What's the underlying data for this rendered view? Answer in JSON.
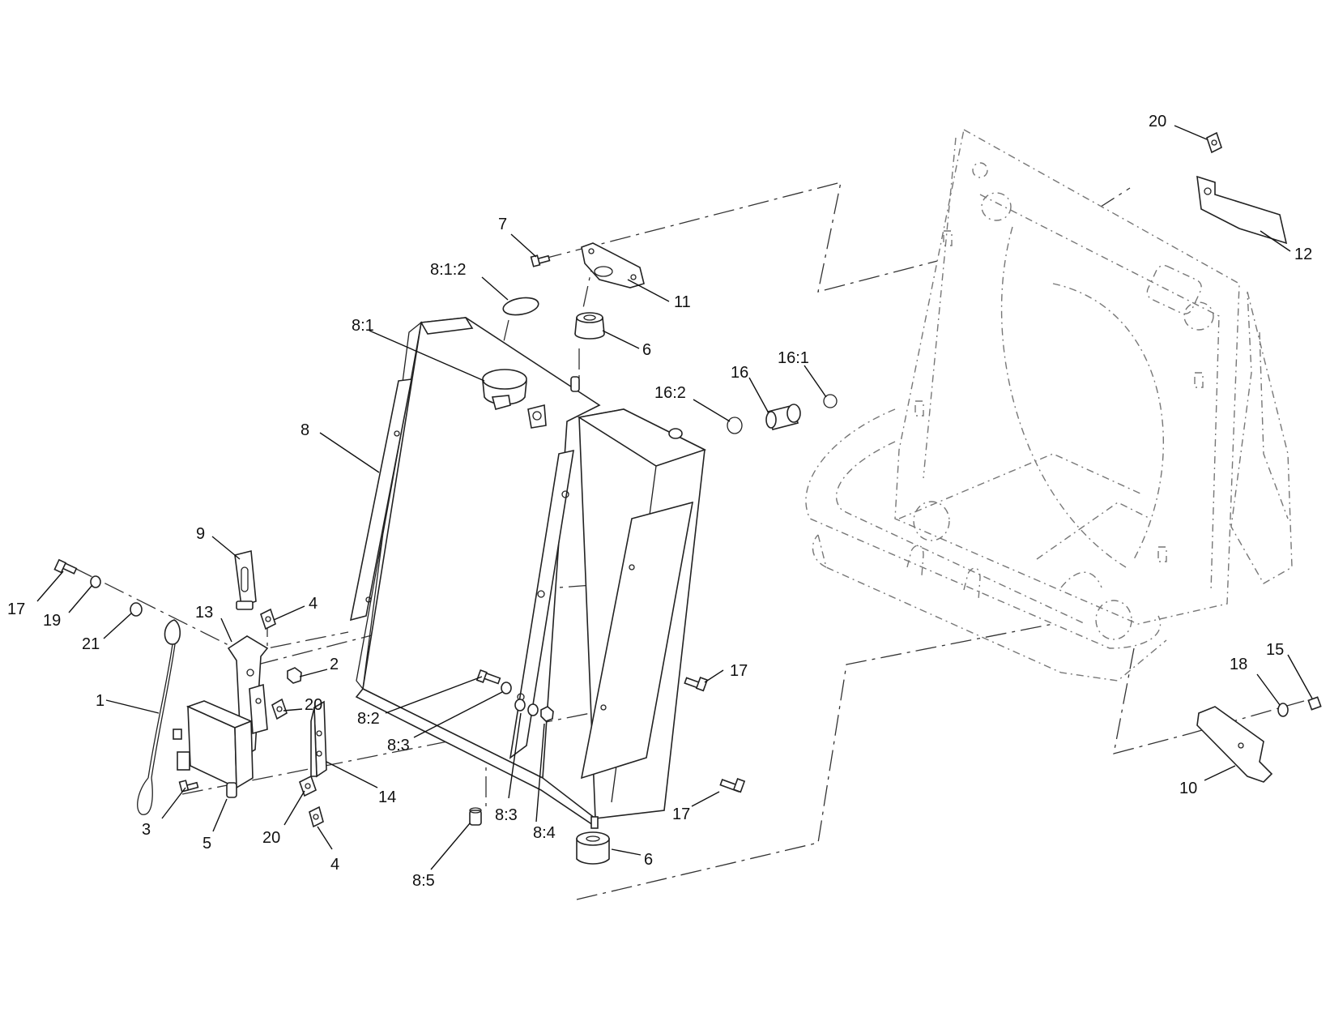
{
  "callouts": [
    {
      "id": "c-17a",
      "label": "17"
    },
    {
      "id": "c-19",
      "label": "19"
    },
    {
      "id": "c-21",
      "label": "21"
    },
    {
      "id": "c-1",
      "label": "1"
    },
    {
      "id": "c-9",
      "label": "9"
    },
    {
      "id": "c-13",
      "label": "13"
    },
    {
      "id": "c-4a",
      "label": "4"
    },
    {
      "id": "c-2",
      "label": "2"
    },
    {
      "id": "c-20a",
      "label": "20"
    },
    {
      "id": "c-3",
      "label": "3"
    },
    {
      "id": "c-5",
      "label": "5"
    },
    {
      "id": "c-20b",
      "label": "20"
    },
    {
      "id": "c-14",
      "label": "14"
    },
    {
      "id": "c-4b",
      "label": "4"
    },
    {
      "id": "c-8",
      "label": "8"
    },
    {
      "id": "c-8-1",
      "label": "8:1"
    },
    {
      "id": "c-8-1-2",
      "label": "8:1:2"
    },
    {
      "id": "c-7",
      "label": "7"
    },
    {
      "id": "c-11",
      "label": "11"
    },
    {
      "id": "c-6a",
      "label": "6"
    },
    {
      "id": "c-16-2",
      "label": "16:2"
    },
    {
      "id": "c-16",
      "label": "16"
    },
    {
      "id": "c-16-1",
      "label": "16:1"
    },
    {
      "id": "c-8-2",
      "label": "8:2"
    },
    {
      "id": "c-8-3a",
      "label": "8:3"
    },
    {
      "id": "c-8-3b",
      "label": "8:3"
    },
    {
      "id": "c-8-4",
      "label": "8:4"
    },
    {
      "id": "c-8-5",
      "label": "8:5"
    },
    {
      "id": "c-17b",
      "label": "17"
    },
    {
      "id": "c-17c",
      "label": "17"
    },
    {
      "id": "c-6b",
      "label": "6"
    },
    {
      "id": "c-20c",
      "label": "20"
    },
    {
      "id": "c-12",
      "label": "12"
    },
    {
      "id": "c-18",
      "label": "18"
    },
    {
      "id": "c-15",
      "label": "15"
    },
    {
      "id": "c-10",
      "label": "10"
    }
  ]
}
